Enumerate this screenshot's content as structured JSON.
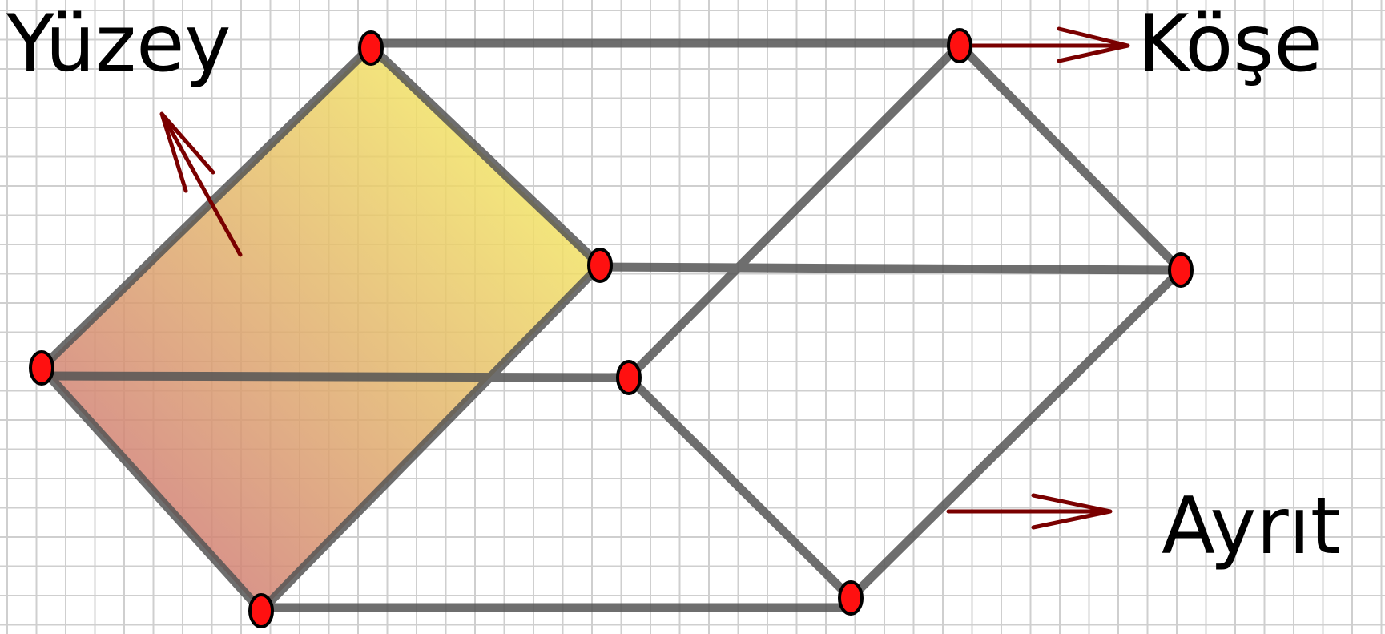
{
  "labels": {
    "face": "Yüzey",
    "vertex": "Köşe",
    "edge": "Ayrıt"
  },
  "colors": {
    "edge": "#555555",
    "vertex_fill": "#ff1010",
    "vertex_stroke": "#000000",
    "arrow": "#7a0000",
    "face_gradient_start": "#c8647a",
    "face_gradient_end": "#fbff70",
    "grid": "#cfcfcf"
  }
}
